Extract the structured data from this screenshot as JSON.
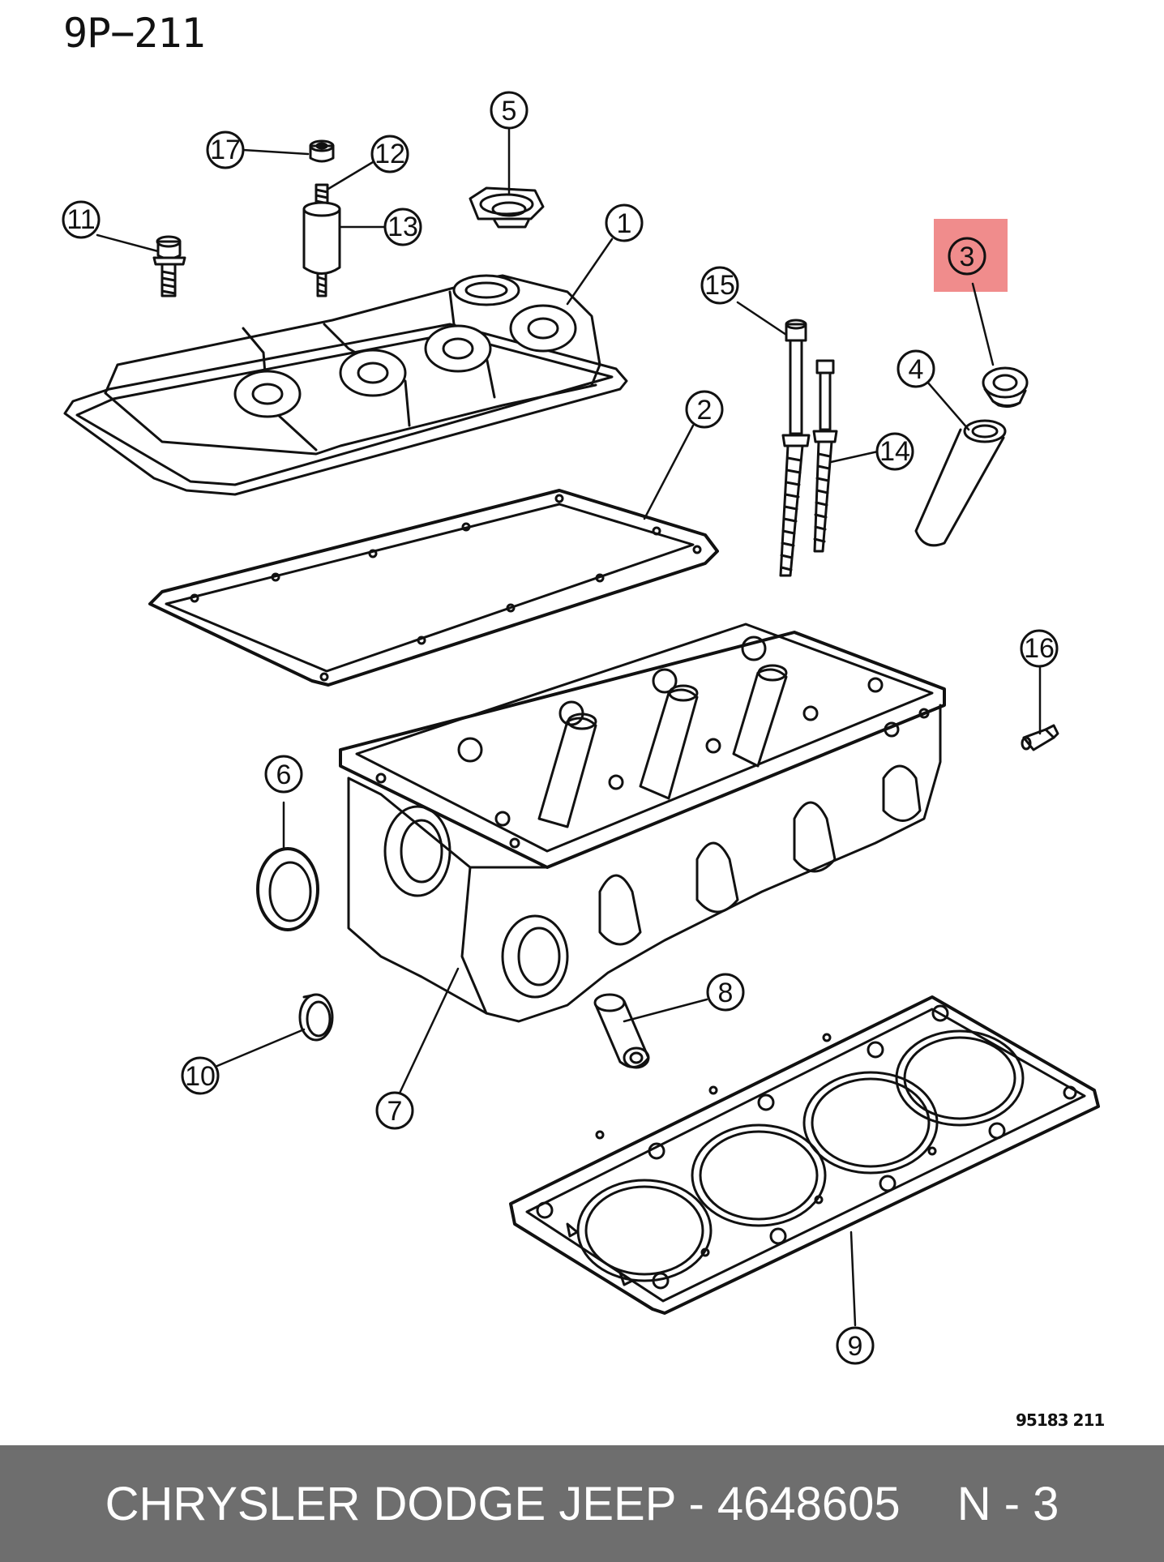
{
  "header": {
    "page_code": "9P−211"
  },
  "figure_code": "95183 211",
  "footer": {
    "brand_part": "CHRYSLER DODGE JEEP - 4648605",
    "page_ref": "N - 3"
  },
  "highlight": {
    "callout": "3",
    "color": "#f08c8c"
  },
  "callouts": [
    "1",
    "2",
    "3",
    "4",
    "5",
    "6",
    "7",
    "8",
    "9",
    "10",
    "11",
    "12",
    "13",
    "14",
    "15",
    "16",
    "17"
  ],
  "parts": [
    "cylinder-head-cover",
    "cover-gasket",
    "spark-plug-tube-seal",
    "spark-plug-tube",
    "oil-filler-cap",
    "camshaft-seal",
    "cylinder-head",
    "dowel-sleeve",
    "head-gasket",
    "camshaft-plug",
    "cover-bolt",
    "stud",
    "spacer",
    "head-bolt-short",
    "head-bolt-long",
    "temperature-sensor",
    "nut"
  ]
}
